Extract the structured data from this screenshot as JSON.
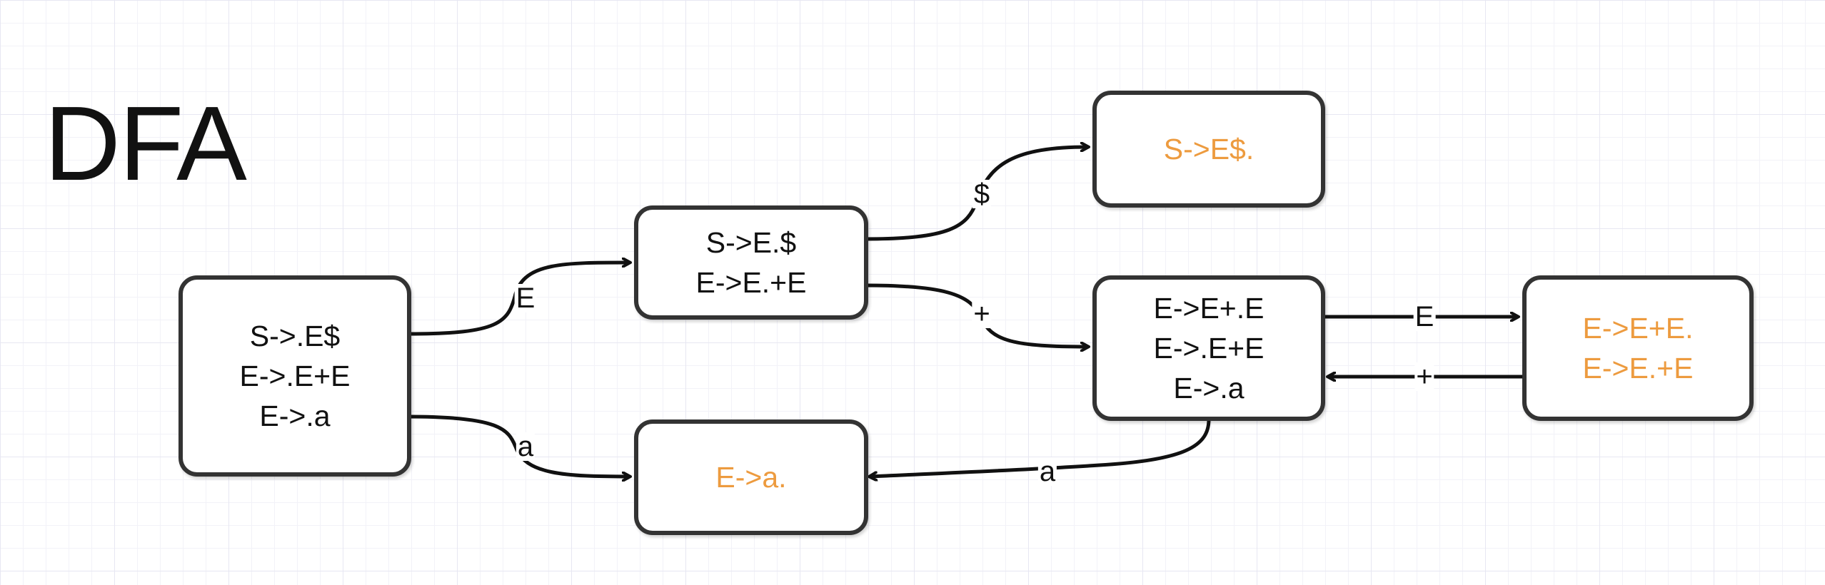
{
  "title": "DFA",
  "colors": {
    "border": "#333333",
    "text": "#111111",
    "accept_text": "#ed9b3f",
    "grid": "#e7e7f2"
  },
  "states": {
    "s0": {
      "lines": [
        "S->.E$",
        "E->.E+E",
        "E->.a"
      ],
      "accept": false
    },
    "s1": {
      "lines": [
        "S->E.$",
        "E->E.+E"
      ],
      "accept": false
    },
    "s2": {
      "lines": [
        "S->E$."
      ],
      "accept": true
    },
    "s3": {
      "lines": [
        "E->E+.E",
        "E->.E+E",
        "E->.a"
      ],
      "accept": false
    },
    "s4": {
      "lines": [
        "E->E+E.",
        "E->E.+E"
      ],
      "accept": true
    },
    "s5": {
      "lines": [
        "E->a."
      ],
      "accept": true
    }
  },
  "edges": [
    {
      "from": "s0",
      "to": "s1",
      "label": "E"
    },
    {
      "from": "s0",
      "to": "s5",
      "label": "a"
    },
    {
      "from": "s1",
      "to": "s2",
      "label": "$"
    },
    {
      "from": "s1",
      "to": "s3",
      "label": "+"
    },
    {
      "from": "s3",
      "to": "s4",
      "label": "E"
    },
    {
      "from": "s4",
      "to": "s3",
      "label": "+"
    },
    {
      "from": "s3",
      "to": "s5",
      "label": "a"
    }
  ]
}
